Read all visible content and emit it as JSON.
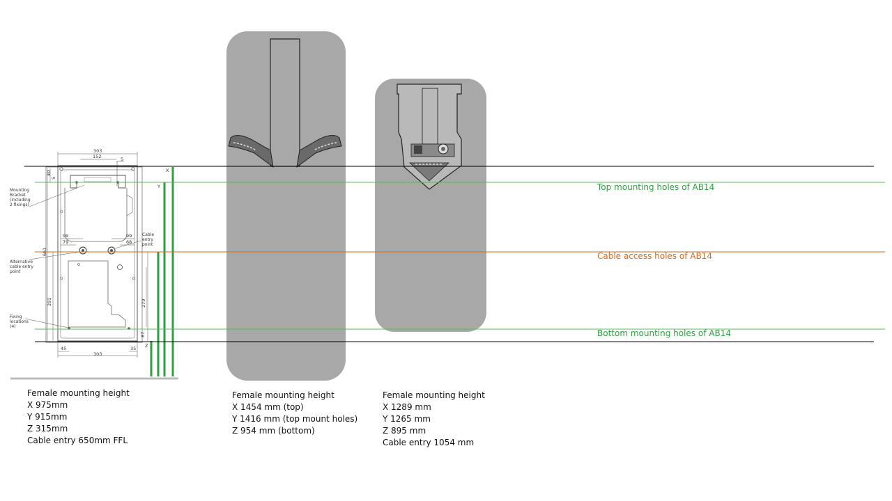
{
  "colors": {
    "green": "#2ea043",
    "orange": "#d36b1e",
    "panel_gray": "#a8a8a8",
    "line_black": "#000000"
  },
  "reference_lines": {
    "top_mount": "Top mounting holes of AB14",
    "cable_access": "Cable access holes of AB14",
    "bottom_mount": "Bottom mounting holes of AB14"
  },
  "drawing": {
    "width_top": "303",
    "inner_width": "152",
    "offset_small": "5",
    "height_side": "661",
    "label_40": "40",
    "label_5": "5",
    "label_99_left": "99",
    "label_79": "79",
    "label_99_right": "99",
    "label_68": "68",
    "label_291": "291",
    "label_279": "279",
    "label_87": "87",
    "label_45": "45",
    "label_35": "35",
    "width_bottom": "303",
    "letter_x": "X",
    "letter_y": "Y",
    "letter_z": "Z",
    "callout_mounting_bracket": [
      "Mounting",
      "Bracket",
      "(including",
      "2 fixings)"
    ],
    "callout_cable_entry": [
      "Cable",
      "entry",
      "point"
    ],
    "callout_alt_cable": [
      "Alternative",
      "cable entry",
      "point"
    ],
    "callout_fixing": [
      "Fixing",
      "locations",
      "(4)"
    ]
  },
  "captions": {
    "left": {
      "title": "Female mounting height",
      "x": "X 975mm",
      "y": "Y 915mm",
      "z": "Z 315mm",
      "cable": "Cable entry 650mm FFL"
    },
    "middle": {
      "title": "Female mounting height",
      "x": "X 1454 mm (top)",
      "y": "Y 1416 mm (top mount holes)",
      "z": "Z 954 mm (bottom)"
    },
    "right": {
      "title": "Female mounting height",
      "x": "X 1289 mm",
      "y": "Y 1265 mm",
      "z": "Z 895 mm",
      "cable": "Cable entry 1054 mm"
    }
  }
}
